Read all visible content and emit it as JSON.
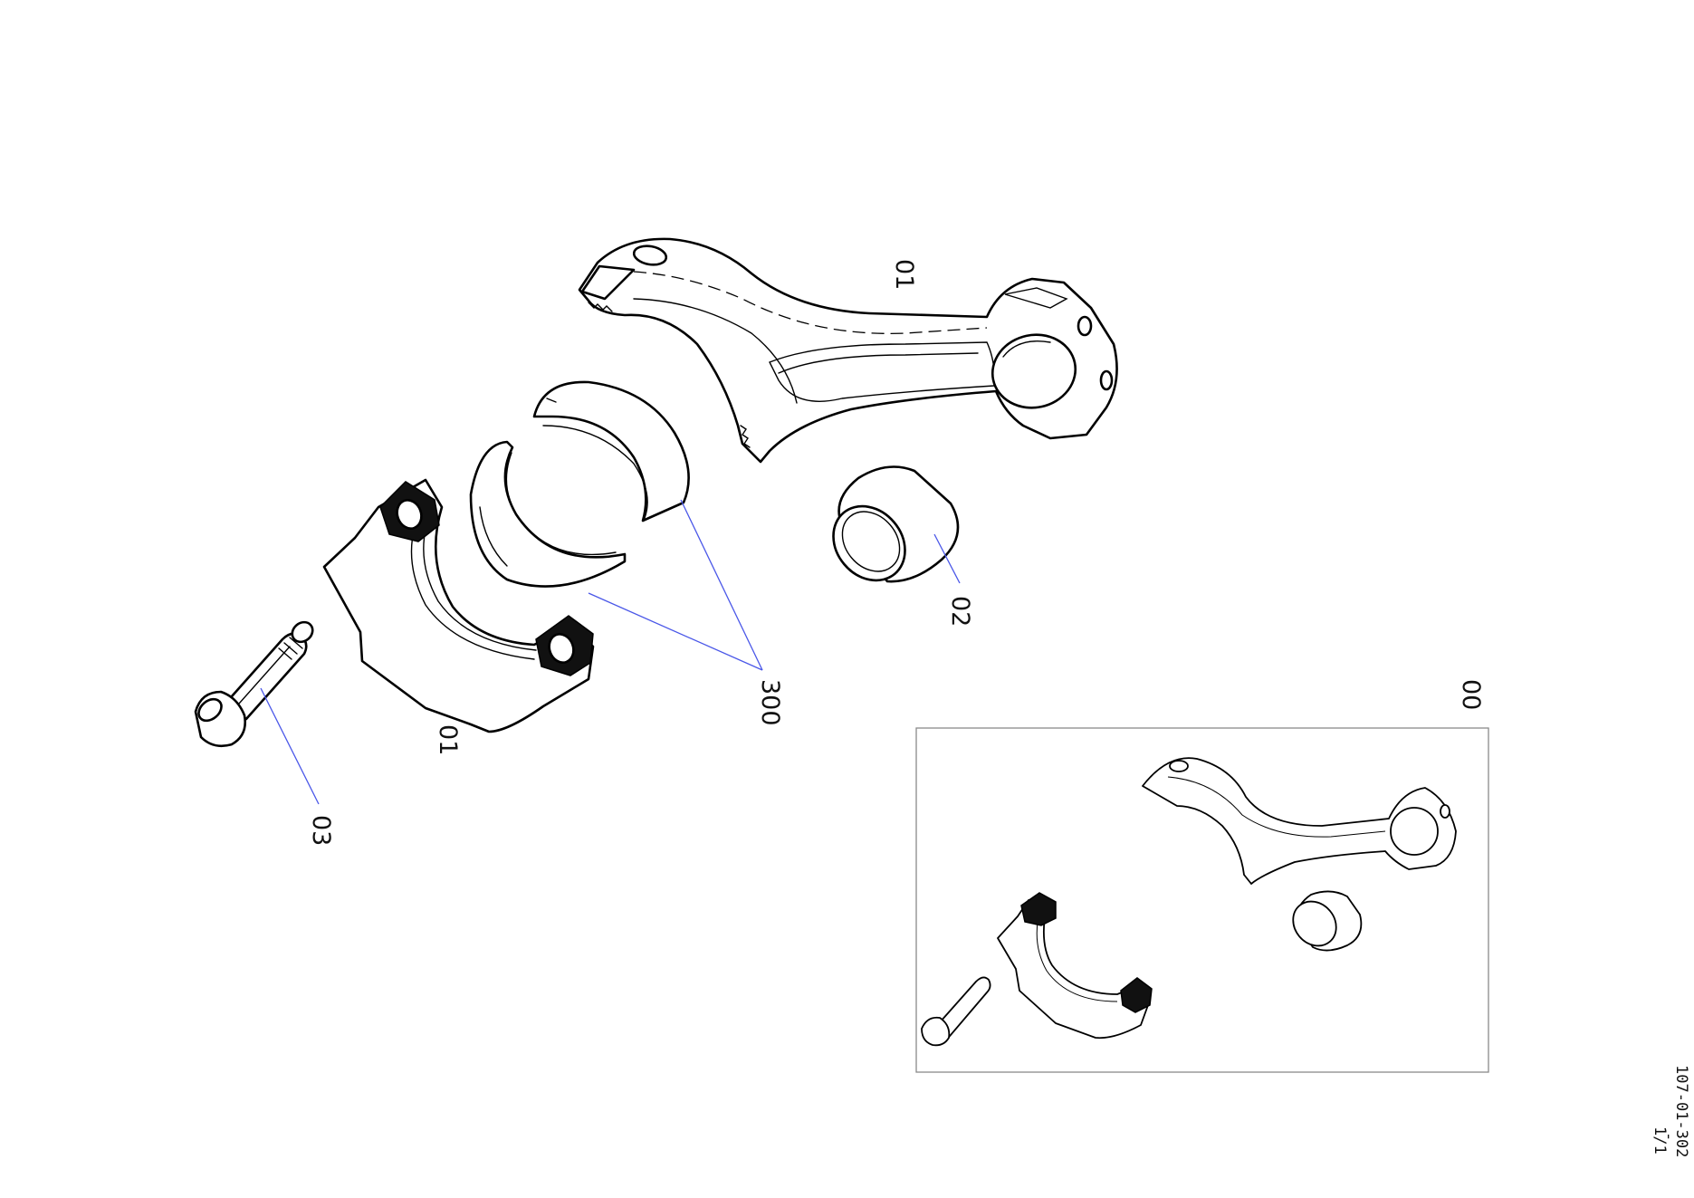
{
  "callouts": {
    "rod": "01",
    "cap": "01",
    "bushing": "02",
    "bolt": "03",
    "bearing_shells": "300",
    "assembly": "00"
  },
  "footer": {
    "drawing_number": "107-01-302",
    "separator": "-",
    "sheet": "1/1"
  }
}
